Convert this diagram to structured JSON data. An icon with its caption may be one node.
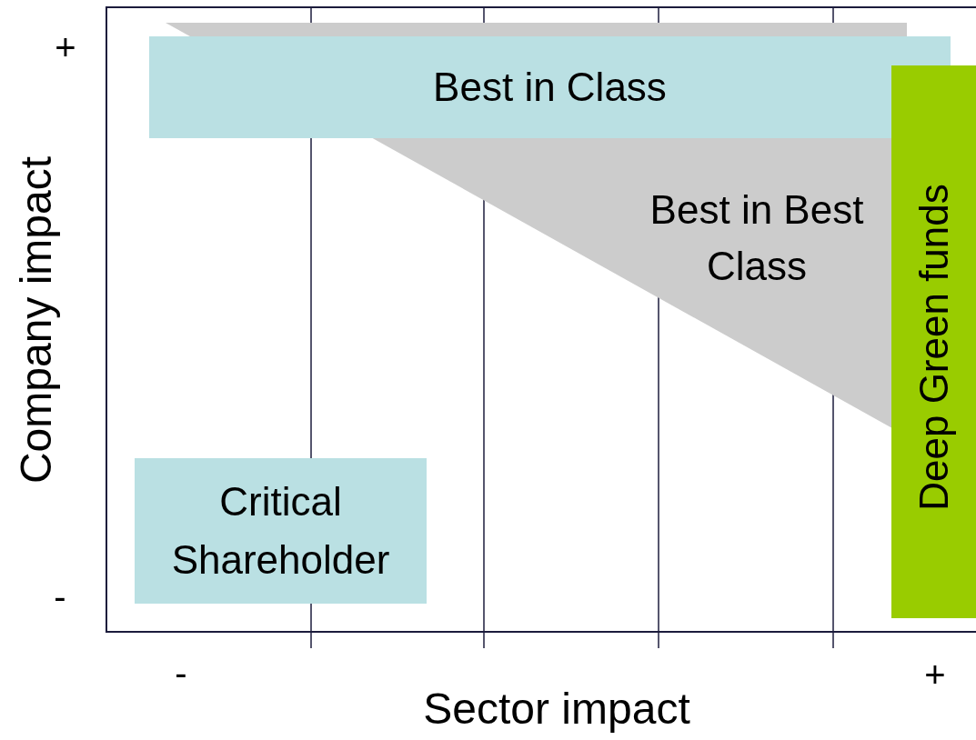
{
  "diagram": {
    "nodes": [
      {
        "text": [
          "Best in Class"
        ]
      },
      {
        "text": [
          "Best in Best Class"
        ]
      },
      {
        "text": [
          "Deep Green funds"
        ]
      },
      {
        "text": [
          "Critical Shareholder"
        ]
      }
    ],
    "labels": [
      "+",
      "Company impact",
      "-",
      "-",
      "Sector impact",
      "+"
    ]
  }
}
